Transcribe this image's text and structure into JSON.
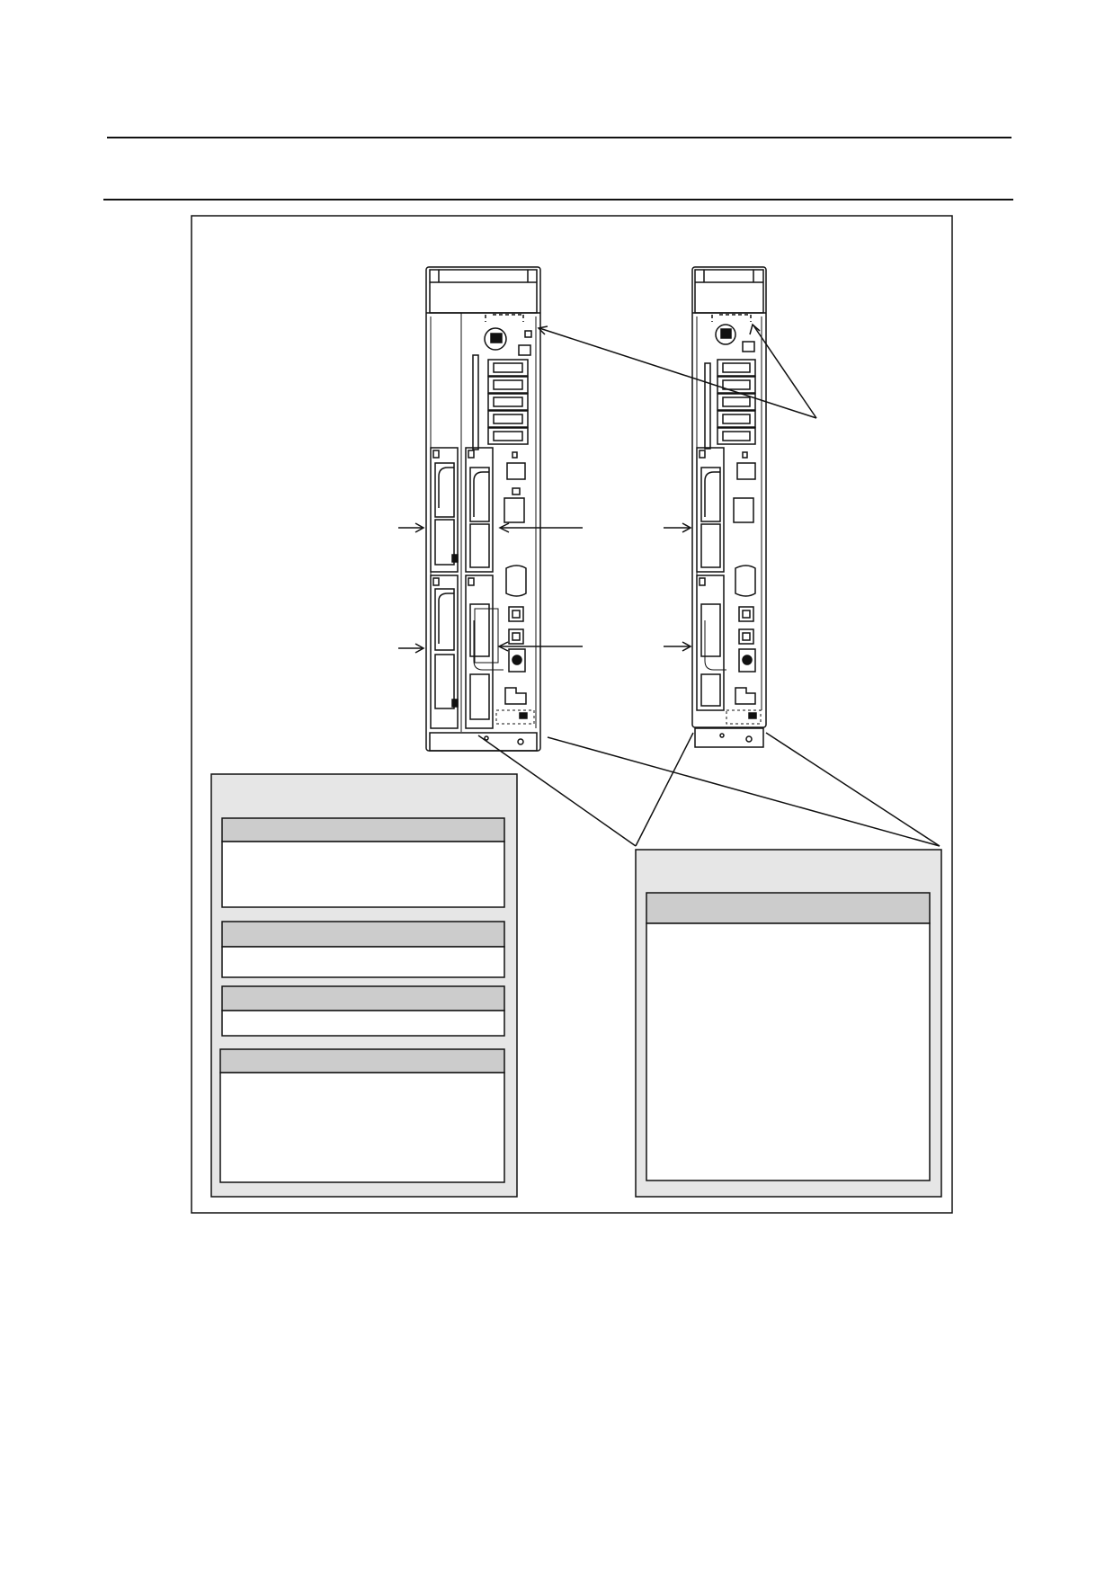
{
  "page": {
    "header_text": "",
    "section_title": ""
  },
  "figure": {
    "units": [
      {
        "id": "two-slot-unit",
        "slot_count": 2
      },
      {
        "id": "one-slot-unit",
        "slot_count": 1
      }
    ],
    "left_panel": {
      "title": "",
      "boxes": [
        {
          "header": "",
          "body": ""
        },
        {
          "header": "",
          "body": ""
        },
        {
          "header": "",
          "body": ""
        },
        {
          "header": "",
          "body": ""
        }
      ]
    },
    "right_panel": {
      "title": "",
      "boxes": [
        {
          "header": "",
          "body": ""
        }
      ]
    },
    "callout_labels": []
  },
  "colors": {
    "line": "#111111",
    "panel_fill": "#e6e6e6",
    "box_header_fill": "#cccccc",
    "box_body_fill": "#ffffff"
  }
}
